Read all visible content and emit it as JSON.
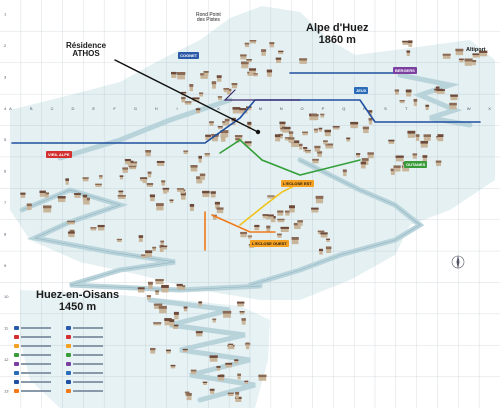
{
  "resort": {
    "name": "Alpe d'Huez",
    "altitude": "1860 m"
  },
  "village": {
    "name": "Huez-en-Oisans",
    "altitude": "1450 m"
  },
  "residence": {
    "name_line1": "Résidence",
    "name_line2": "ATHOS"
  },
  "rond_point": {
    "line1": "Rond Point",
    "line2": "des Pistes"
  },
  "altiport": {
    "name": "Altiport"
  },
  "districts": {
    "cognet": {
      "label": "COGNET",
      "color": "#2b5aa8"
    },
    "vieil_alpe": {
      "label": "VIEIL ALPE",
      "color": "#d32f2f"
    },
    "eclose_est": {
      "label": "L'ECLOSE EST",
      "color": "#f4a020"
    },
    "eclose_ouest": {
      "label": "L'ECLOSE OUEST",
      "color": "#f4a020"
    },
    "bergers": {
      "label": "BERGERS",
      "color": "#7b3fa0"
    },
    "jeux": {
      "label": "JEUX",
      "color": "#2b6cb8"
    },
    "outanes": {
      "label": "OUTANES",
      "color": "#3a9b3a"
    }
  },
  "grid": {
    "columns": [
      "A",
      "B",
      "C",
      "D",
      "E",
      "F",
      "G",
      "H",
      "I",
      "J",
      "K",
      "L",
      "M",
      "N",
      "O",
      "P",
      "Q",
      "R",
      "S",
      "T",
      "U",
      "V",
      "W",
      "X"
    ],
    "rows": [
      "1",
      "2",
      "3",
      "4",
      "5",
      "6",
      "7",
      "8",
      "9",
      "10",
      "11",
      "12",
      "13"
    ]
  },
  "colors": {
    "snow": "#e4f0f2",
    "road": "#b8d4dc",
    "blue_line": "#1f4fa0",
    "purple_line": "#3a2a6e",
    "orange_line": "#f07a1a",
    "green_line": "#34a03a",
    "yellow_line": "#f2c21c",
    "roof": "#6e4a3a"
  }
}
